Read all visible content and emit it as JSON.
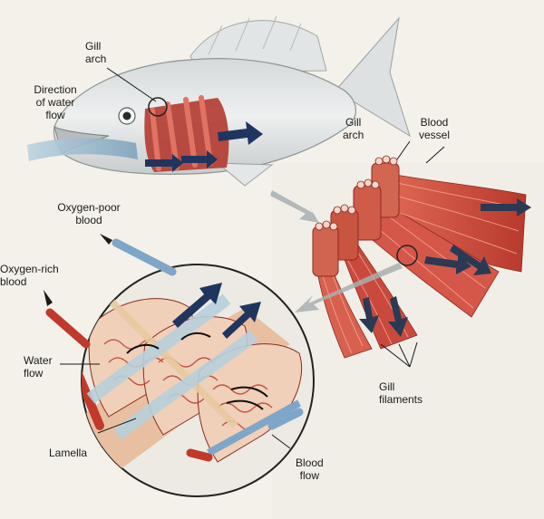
{
  "labels": {
    "gill_arch_fish": "Gill\narch",
    "direction_water": "Direction\nof water\nflow",
    "gill_arch_bundle": "Gill\narch",
    "blood_vessel": "Blood\nvessel",
    "oxygen_poor": "Oxygen-poor\nblood",
    "oxygen_rich": "Oxygen-rich\nblood",
    "water_flow": "Water\nflow",
    "lamella": "Lamella",
    "blood_flow": "Blood\nflow",
    "gill_filaments": "Gill\nfilaments"
  },
  "colors": {
    "gill_red": "#cf4a3c",
    "vessel_blue": "#7ea6c8",
    "water_arrow": "#1f3560",
    "fish_body": "#e9ecec"
  }
}
